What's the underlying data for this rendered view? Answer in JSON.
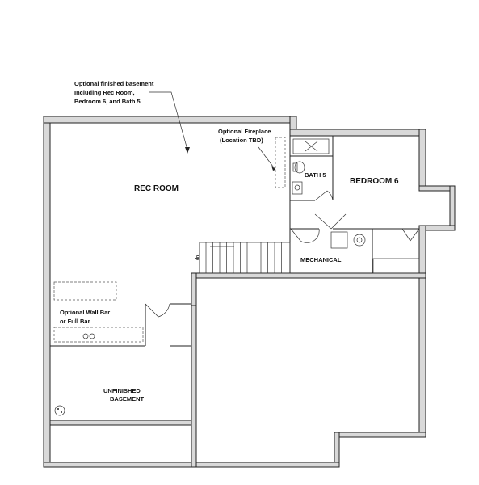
{
  "annotations": {
    "optional_basement": [
      "Optional finished basement",
      "Including Rec Room,",
      "Bedroom 6, and Bath 5"
    ],
    "optional_fireplace": [
      "Optional Fireplace",
      "(Location TBD)"
    ],
    "optional_bar": [
      "Optional Wall Bar",
      "or Full Bar"
    ],
    "unfinished": [
      "UNFINISHED",
      "BASEMENT"
    ]
  },
  "rooms": {
    "rec_room": "REC ROOM",
    "bath": "BATH 5",
    "bedroom": "BEDROOM 6",
    "mechanical": "MECHANICAL"
  },
  "stair_note": "dn"
}
